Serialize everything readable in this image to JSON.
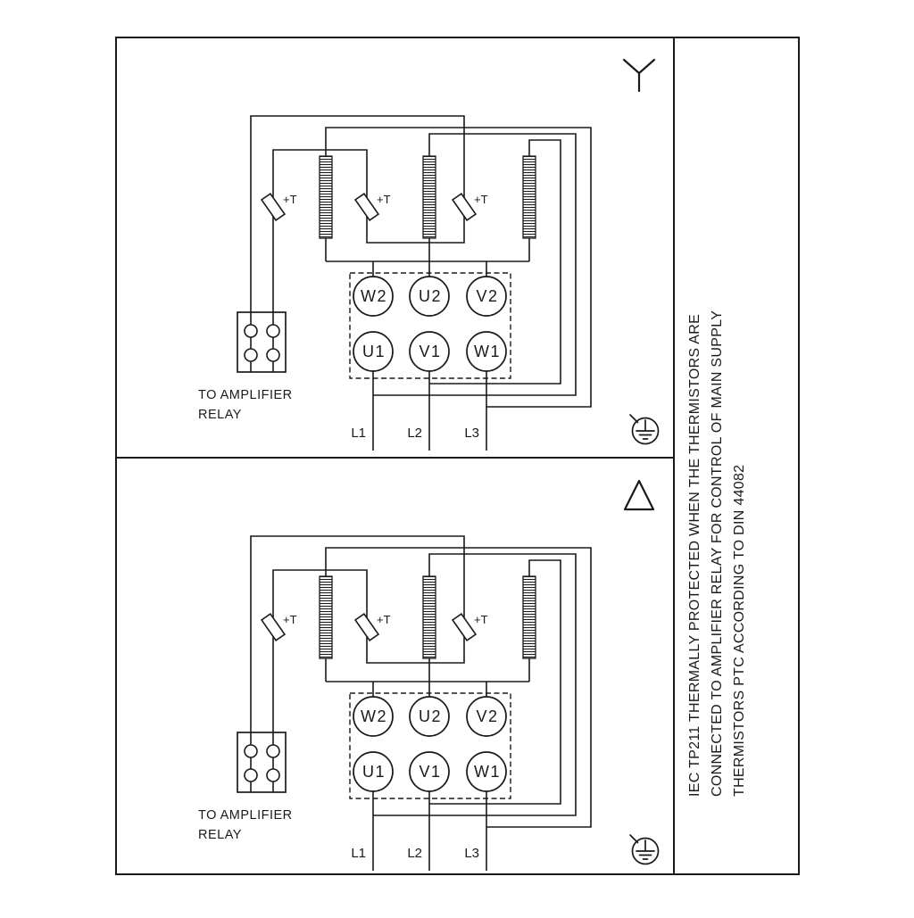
{
  "colors": {
    "ink": "#1a1a1a",
    "background": "#ffffff"
  },
  "side_note": {
    "line1": "IEC TP211 THERMALLY PROTECTED WHEN THE THERMISTORS ARE",
    "line2": "CONNECTED TO AMPLIFIER RELAY FOR CONTROL OF MAIN SUPPLY",
    "line3": "THERMISTORS PTC ACCORDING TO DIN 44082"
  },
  "star_panel": {
    "symbol": "star-icon",
    "terminals_top": [
      "W2",
      "U2",
      "V2"
    ],
    "terminals_bottom": [
      "U1",
      "V1",
      "W1"
    ],
    "thermistor_label": "+T",
    "relay_caption_line1": "TO AMPLIFIER",
    "relay_caption_line2": "RELAY",
    "supply_labels": [
      "L1",
      "L2",
      "L3"
    ]
  },
  "delta_panel": {
    "symbol": "delta-icon",
    "terminals_top": [
      "W2",
      "U2",
      "V2"
    ],
    "terminals_bottom": [
      "U1",
      "V1",
      "W1"
    ],
    "thermistor_label": "+T",
    "relay_caption_line1": "TO AMPLIFIER",
    "relay_caption_line2": "RELAY",
    "supply_labels": [
      "L1",
      "L2",
      "L3"
    ]
  }
}
